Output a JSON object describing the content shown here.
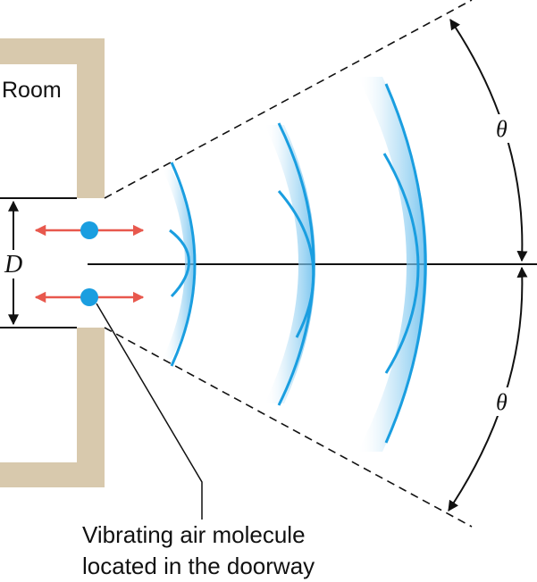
{
  "labels": {
    "room": "Room",
    "width_symbol": "D",
    "angle_upper": "θ",
    "angle_lower": "θ",
    "caption_line1": "Vibrating air molecule",
    "caption_line2": "located in the doorway"
  },
  "colors": {
    "wall": "#d8c9ad",
    "wave": "#1a9ee0",
    "wave_band": "#9fd3f1",
    "molecule": "#1a9ee0",
    "arrow": "#e8584d",
    "line": "#111111"
  },
  "wavefront_count": 3
}
